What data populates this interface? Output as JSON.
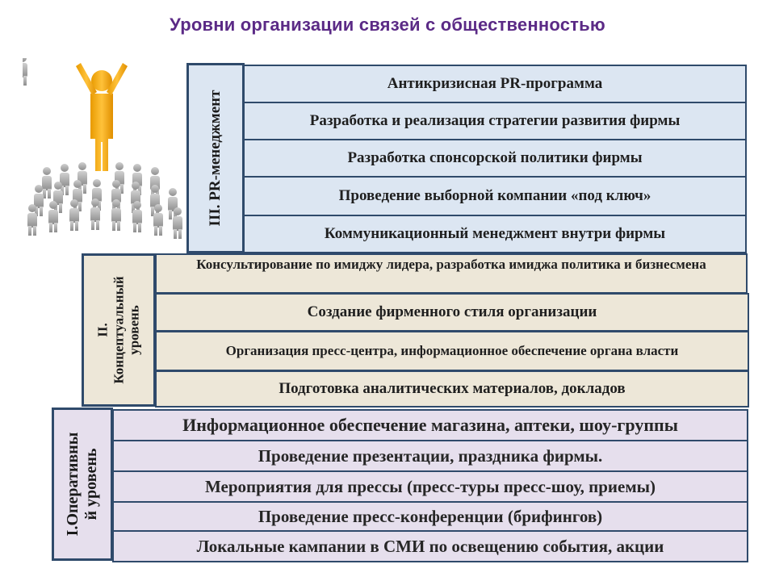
{
  "title": "Уровни организации связей с общественностью",
  "colors": {
    "title": "#5b2a86",
    "level3": "#dce6f2",
    "level2": "#ede7d8",
    "level1": "#e6dfed",
    "border": "#2f4a6b",
    "figure": "#f2a900"
  },
  "levels": {
    "pr_management": {
      "label": "III. PR-менеджмент",
      "items": [
        "Антикризисная PR-программа",
        "Разработка и реализация стратегии развития фирмы",
        "Разработка спонсорской политики фирмы",
        "Проведение выборной компании «под ключ»",
        "Коммуникационный менеджмент внутри фирмы"
      ]
    },
    "conceptual": {
      "label_line1": "II.",
      "label_line2": "Концептуальный",
      "label_line3": "уровень",
      "items": [
        "Консультирование по имиджу лидера, разработка имиджа политика и бизнесмена",
        "Создание фирменного стиля организации",
        "Организация пресс-центра, информационное обеспечение органа власти",
        "Подготовка аналитических материалов, докладов"
      ]
    },
    "operative": {
      "label_line1": "I.Оперативны",
      "label_line2": "й уровень",
      "items": [
        "Информационное обеспечение магазина, аптеки, шоу-группы",
        "Проведение презентации, праздника фирмы.",
        "Мероприятия для прессы (пресс-туры пресс-шоу, приемы)",
        "Проведение пресс-конференции (брифингов)",
        "Локальные кампании в СМИ по освещению события, акции"
      ]
    }
  }
}
